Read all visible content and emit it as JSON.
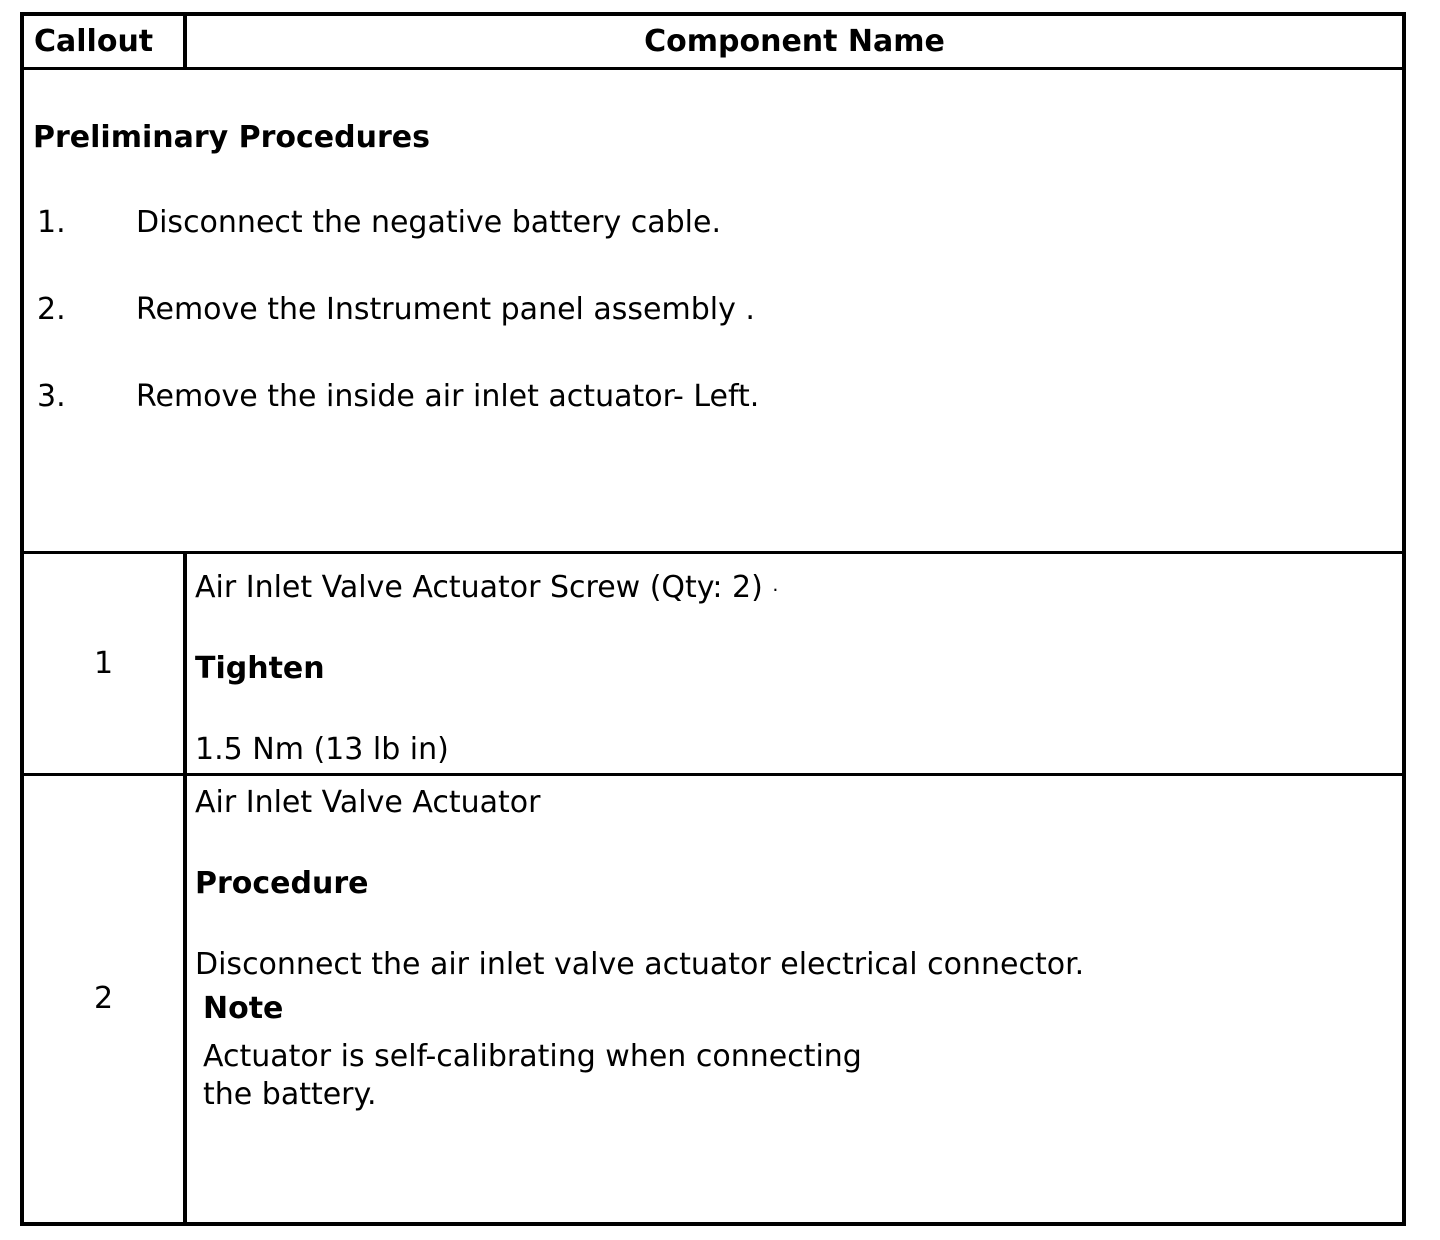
{
  "colors": {
    "border": "#000000",
    "text": "#000000",
    "background": "#ffffff"
  },
  "header": {
    "callout": "Callout",
    "component_name": "Component Name"
  },
  "preliminary": {
    "title": "Preliminary Procedures",
    "steps": [
      {
        "num": "1.",
        "text": "Disconnect the negative battery cable."
      },
      {
        "num": "2.",
        "text": "Remove the Instrument panel assembly ."
      },
      {
        "num": "3.",
        "text": "Remove the inside air inlet actuator- Left."
      }
    ]
  },
  "rows": [
    {
      "callout": "1",
      "component": "Air Inlet Valve Actuator Screw (Qty: 2)",
      "component_suffix": ".",
      "tighten_label": "Tighten",
      "torque": "1.5 Nm (13 lb in)"
    },
    {
      "callout": "2",
      "component": "Air Inlet Valve Actuator",
      "procedure_label": "Procedure",
      "procedure_text": "Disconnect the air inlet valve actuator electrical connector.",
      "note_label": "Note",
      "note_line1": "Actuator is self-calibrating when connecting",
      "note_line2": "the battery."
    }
  ]
}
